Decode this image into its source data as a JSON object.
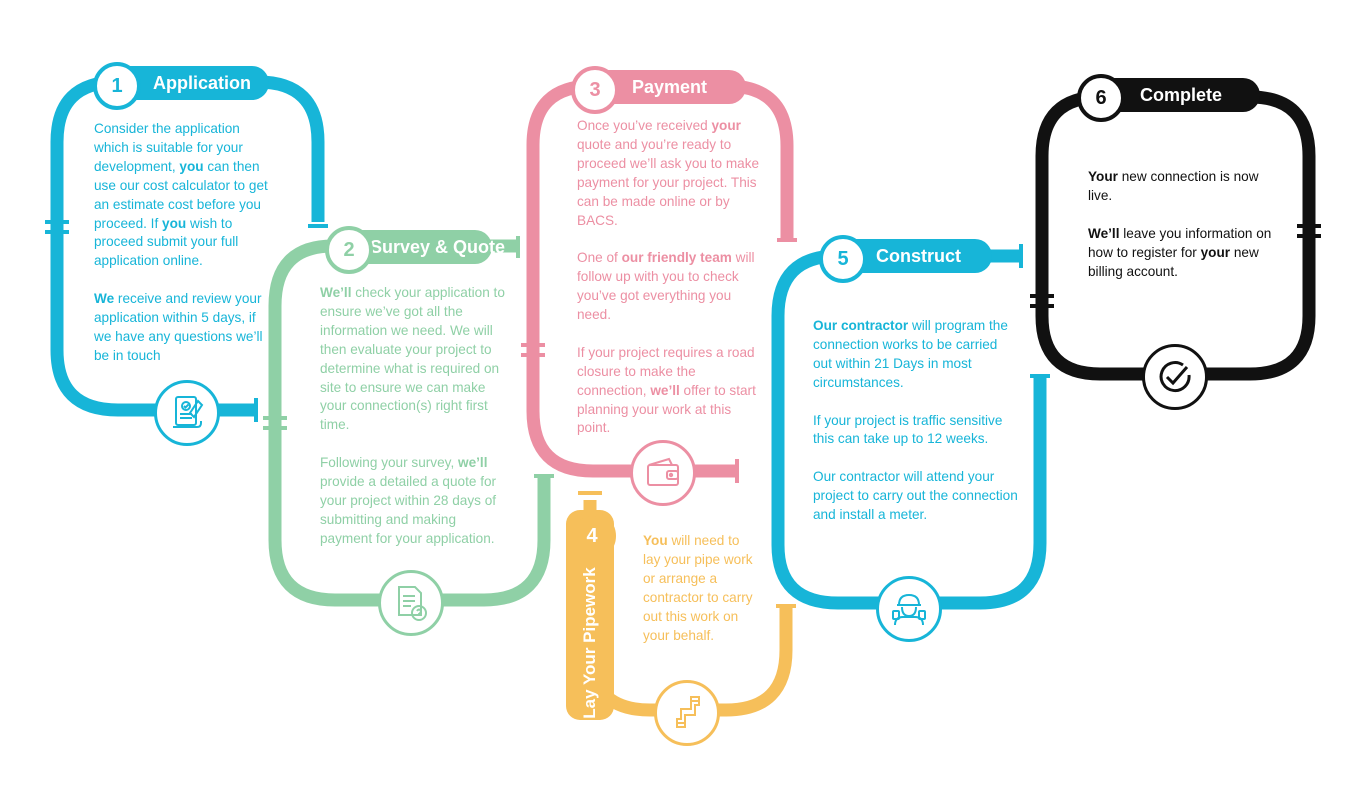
{
  "colors": {
    "step1": "#17b5d8",
    "step2": "#8fd0a6",
    "step3": "#ec8fa3",
    "step4": "#f6bf5a",
    "step5": "#17b5d8",
    "step6": "#111111"
  },
  "steps": [
    {
      "number": "1",
      "title": "Application",
      "icon": "application-form-icon",
      "paragraphs": [
        [
          {
            "t": "Consider the application which is suitable for your development, ",
            "b": false
          },
          {
            "t": "you",
            "b": true
          },
          {
            "t": " can then use our cost calculator to get an estimate cost before you proceed.  If ",
            "b": false
          },
          {
            "t": "you",
            "b": true
          },
          {
            "t": " wish to proceed submit your full application online.",
            "b": false
          }
        ],
        [
          {
            "t": "We",
            "b": true
          },
          {
            "t": " receive and review your application within 5 days, if we have any questions we’ll be in touch",
            "b": false
          }
        ]
      ]
    },
    {
      "number": "2",
      "title": "Survey & Quote",
      "icon": "document-question-icon",
      "paragraphs": [
        [
          {
            "t": "We’ll",
            "b": true
          },
          {
            "t": " check your application to ensure we’ve got all the information we need. We will then evaluate your project to determine what is required on site to ensure we can make your connection(s) right first time.",
            "b": false
          }
        ],
        [
          {
            "t": "Following your survey, ",
            "b": false
          },
          {
            "t": "we’ll",
            "b": true
          },
          {
            "t": " provide a detailed a quote for your project within 28 days of submitting and making payment for your application.",
            "b": false
          }
        ]
      ]
    },
    {
      "number": "3",
      "title": "Payment",
      "icon": "wallet-icon",
      "paragraphs": [
        [
          {
            "t": "Once you’ve received ",
            "b": false
          },
          {
            "t": "your",
            "b": true
          },
          {
            "t": " quote and you’re ready to proceed we’ll ask you to make payment for your project. This can be made online or by BACS.",
            "b": false
          }
        ],
        [
          {
            "t": "One of ",
            "b": false
          },
          {
            "t": "our friendly team",
            "b": true
          },
          {
            "t": " will follow up with you to check you’ve got everything you need.",
            "b": false
          }
        ],
        [
          {
            "t": "If your project requires a road closure to make the connection, ",
            "b": false
          },
          {
            "t": "we’ll",
            "b": true
          },
          {
            "t": " offer to start planning your work at this point.",
            "b": false
          }
        ]
      ]
    },
    {
      "number": "4",
      "title": "Lay Your Pipework",
      "icon": "pipe-icon",
      "paragraphs": [
        [
          {
            "t": "You",
            "b": true
          },
          {
            "t": " will need to lay  your pipe work or  arrange a contractor to carry out this work on your behalf.",
            "b": false
          }
        ]
      ]
    },
    {
      "number": "5",
      "title": "Construct",
      "icon": "worker-icon",
      "paragraphs": [
        [
          {
            "t": "Our contractor",
            "b": true
          },
          {
            "t": " will program the connection works to be carried out within 21 Days in most circumstances.",
            "b": false
          }
        ],
        [
          {
            "t": "If your project is traffic sensitive this can take up to 12 weeks.",
            "b": false
          }
        ],
        [
          {
            "t": "Our contractor will attend your project to carry out the connection and install a meter.",
            "b": false
          }
        ]
      ]
    },
    {
      "number": "6",
      "title": "Complete",
      "icon": "checkmark-icon",
      "paragraphs": [
        [
          {
            "t": "Your",
            "b": true
          },
          {
            "t": " new connection is now live.",
            "b": false
          }
        ],
        [
          {
            "t": "We’ll",
            "b": true
          },
          {
            "t": " leave you information on how to register for ",
            "b": false
          },
          {
            "t": "your",
            "b": true
          },
          {
            "t": " new billing account.",
            "b": false
          }
        ]
      ]
    }
  ]
}
